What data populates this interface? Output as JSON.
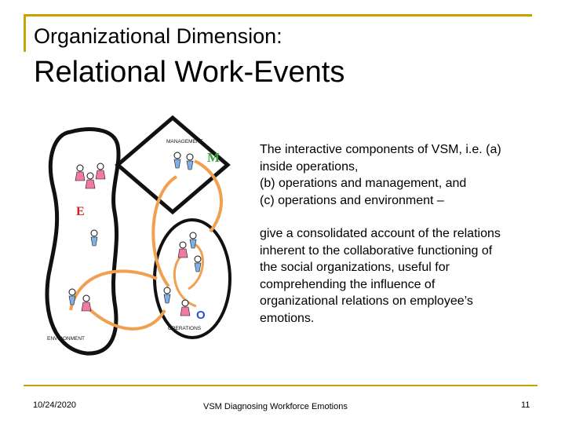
{
  "slide": {
    "title_sub": "Organizational Dimension:",
    "title_main": "Relational Work-Events",
    "body": {
      "lines_para1": [
        "The interactive components of VSM, i.e. (a)",
        "inside operations,",
        "(b) operations and management, and",
        "(c) operations and environment –"
      ],
      "lines_para2": [
        "give a consolidated account of the relations",
        "inherent to the collaborative functioning of",
        "the social organizations, useful for",
        "comprehending the influence of",
        "organizational relations on employee’s",
        "emotions."
      ]
    },
    "footer": {
      "date": "10/24/2020",
      "center": "VSM Diagnosing Workforce Emotions",
      "page": "11"
    }
  },
  "diagram": {
    "management_label": "MANAGEMENT",
    "m_letter": "M",
    "e_letter": "E",
    "environment_label": "ENVIRONMENT",
    "operations_label": "OPERATIONS",
    "o_letter": "O",
    "colors": {
      "arrow": "#f0a050",
      "outline": "#111111",
      "m": "#3aa33a",
      "e": "#d62020",
      "o": "#2a4fd6",
      "figure_blue": "#7fb0e6",
      "figure_pink": "#f07aa0"
    }
  }
}
